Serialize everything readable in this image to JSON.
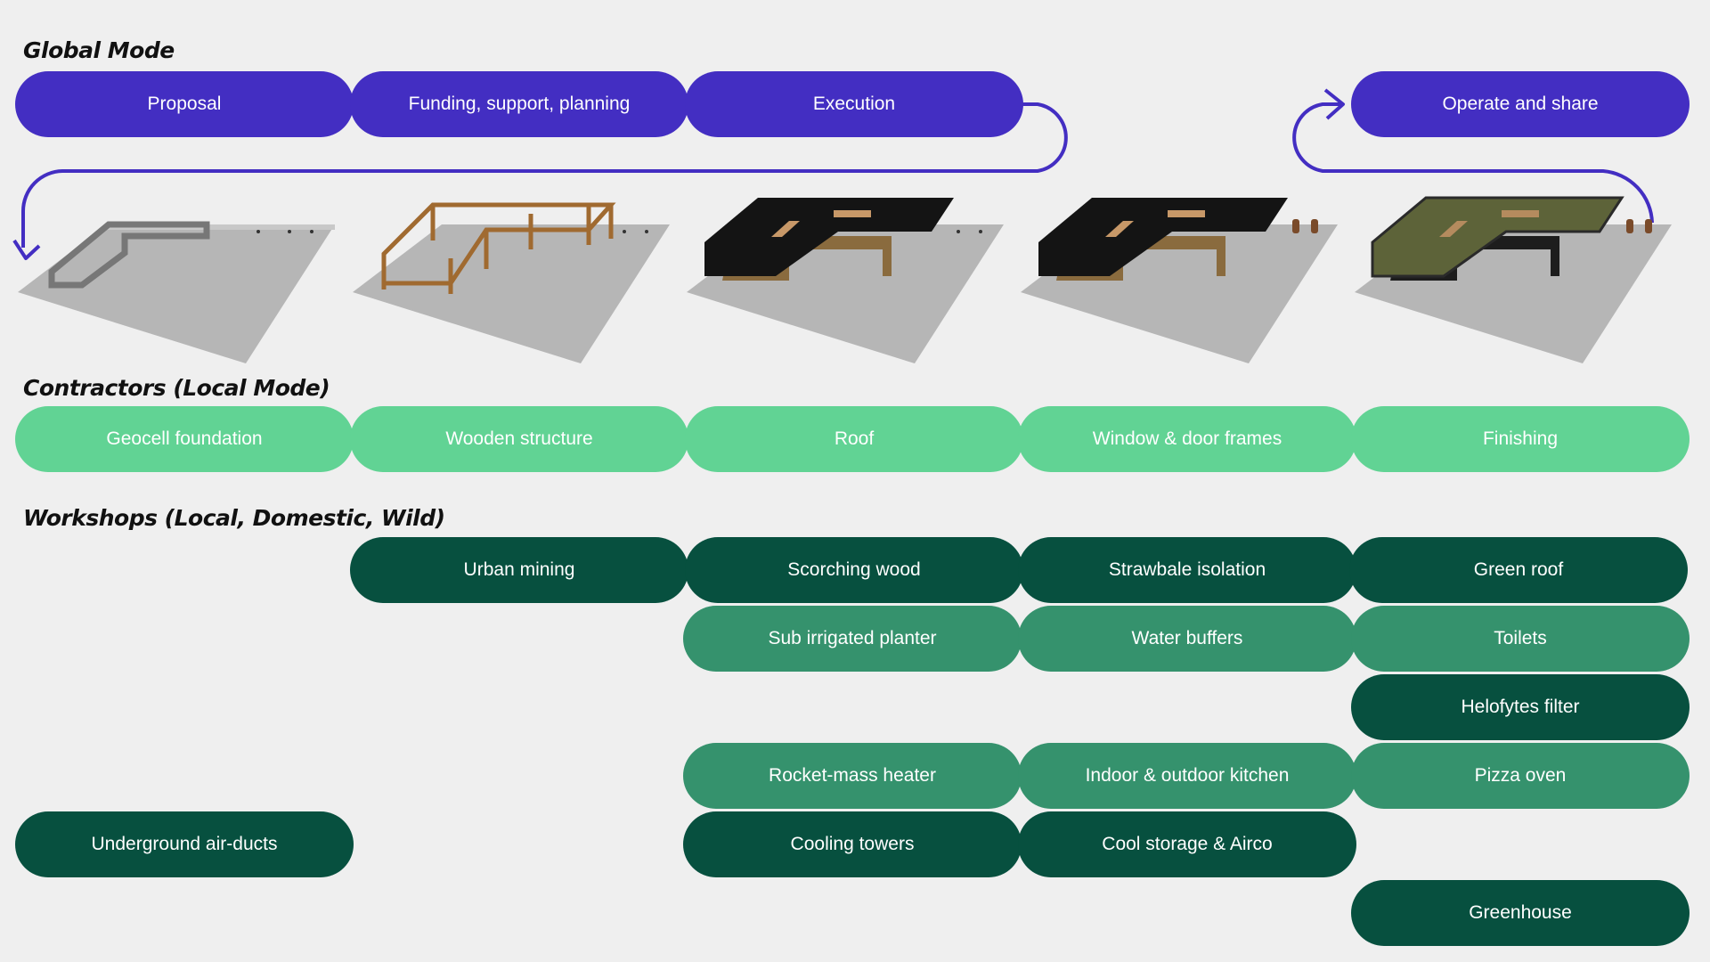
{
  "colors": {
    "global": "#432ec2",
    "contractor": "#61d394",
    "workshop_dark": "#07503f",
    "workshop_mid": "#35926d",
    "background": "#efefef"
  },
  "sections": {
    "global": "Global Mode",
    "contractors": "Contractors (Local Mode)",
    "workshops": "Workshops  (Local, Domestic, Wild)"
  },
  "global_steps": [
    "Proposal",
    "Funding, support, planning",
    "Execution",
    "Operate and share"
  ],
  "contractor_steps": [
    "Geocell foundation",
    "Wooden structure",
    "Roof",
    "Window & door frames",
    "Finishing"
  ],
  "workshops": [
    "Urban mining",
    "Scorching wood",
    "Strawbale isolation",
    "Green roof",
    "Sub irrigated planter",
    "Water buffers",
    "Toilets",
    "Helofytes filter",
    "Rocket-mass heater",
    "Indoor & outdoor kitchen",
    "Pizza oven",
    "Underground air-ducts",
    "Cooling towers",
    "Cool storage & Airco",
    "Greenhouse"
  ],
  "house_stages": [
    "foundation-render",
    "wooden-frame-render",
    "black-roof-render",
    "framed-house-render",
    "green-roof-render"
  ]
}
